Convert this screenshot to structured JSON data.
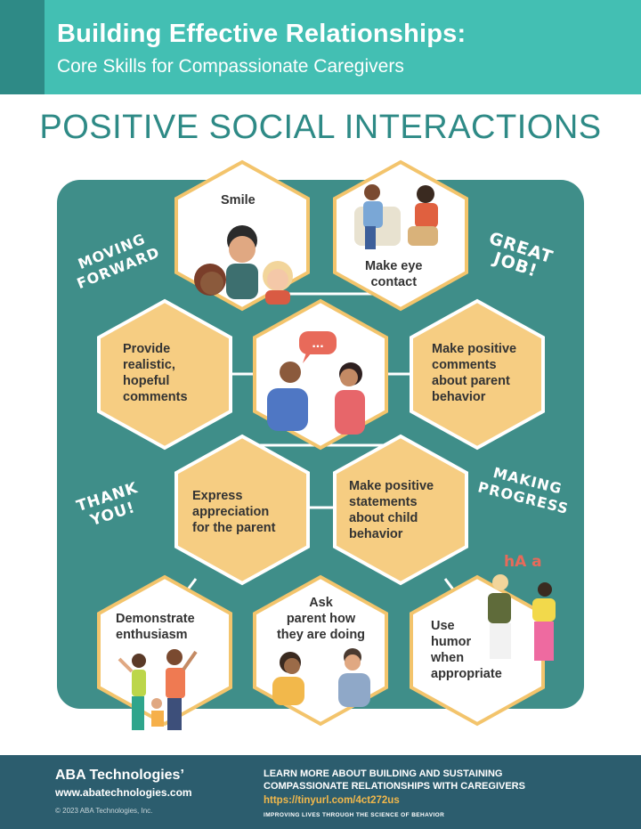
{
  "header": {
    "title": "Building Effective Relationships:",
    "subtitle": "Core Skills for Compassionate Caregivers"
  },
  "main_title": "POSITIVE SOCIAL INTERACTIONS",
  "colors": {
    "teal_dark": "#2e8a86",
    "teal_light": "#43bfb3",
    "panel": "#3f8e89",
    "hex_fill": "#f6cd82",
    "hex_border": "#f3c46c",
    "footer": "#2c5d6e",
    "link": "#f2b84b"
  },
  "hexes": {
    "smile": "Smile",
    "eye_contact": "Make eye\ncontact",
    "realistic": "Provide\nrealistic,\nhopeful\ncomments",
    "positive_parent": "Make positive\ncomments\nabout parent\nbehavior",
    "appreciation": "Express\nappreciation\nfor the parent",
    "positive_child": "Make positive\nstatements\nabout child\nbehavior",
    "enthusiasm": "Demonstrate\nenthusiasm",
    "ask_parent": "Ask\nparent how\nthey are doing",
    "humor": "Use\nhumor\nwhen\nappropriate"
  },
  "callouts": {
    "moving_forward": "MOVING\nFORWARD",
    "great_job": "GREAT\nJOB!",
    "thank_you": "THANK\nYOU!",
    "making_progress": "MAKING\nPROGRESS"
  },
  "speech_bubble": "...",
  "laugh_letters": "hA a",
  "footer": {
    "brand": "ABA Technologies’",
    "brand_url": "www.abatechnologies.com",
    "copyright": "© 2023 ABA Technologies, Inc.",
    "cta_line1": "LEARN MORE ABOUT BUILDING AND SUSTAINING",
    "cta_line2": "COMPASSIONATE RELATIONSHIPS WITH CAREGIVERS",
    "cta_url": "https://tinyurl.com/4ct272us",
    "tagline": "IMPROVING LIVES THROUGH THE SCIENCE OF BEHAVIOR"
  }
}
